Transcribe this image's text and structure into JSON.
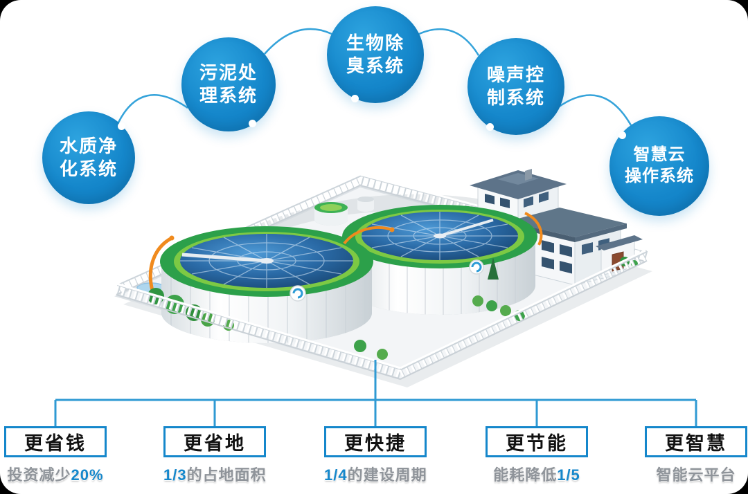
{
  "colors": {
    "accent_blue": "#1587cb",
    "connector_blue": "#35a3da",
    "detail_gray": "#8f949a",
    "rim_green": "#2ca04a",
    "glass_blue": "#1d4f7f",
    "pipe_orange": "#f08a1d"
  },
  "systems": [
    {
      "line1": "水质净",
      "line2": "化系统"
    },
    {
      "line1": "污泥处",
      "line2": "理系统"
    },
    {
      "line1": "生物除",
      "line2": "臭系统"
    },
    {
      "line1": "噪声控",
      "line2": "制系统"
    },
    {
      "line1": "智慧云",
      "line2": "操作系统"
    }
  ],
  "benefits": [
    {
      "title": "更省钱",
      "prefix": "投资减少",
      "highlight": "20%",
      "suffix": ""
    },
    {
      "title": "更省地",
      "prefix": "",
      "highlight": "1/3",
      "suffix": "的占地面积"
    },
    {
      "title": "更快捷",
      "prefix": "",
      "highlight": "1/4",
      "suffix": "的建设周期"
    },
    {
      "title": "更节能",
      "prefix": "能耗降低",
      "highlight": "1/5",
      "suffix": ""
    },
    {
      "title": "更智慧",
      "prefix": "智能云平台",
      "highlight": "",
      "suffix": ""
    }
  ]
}
